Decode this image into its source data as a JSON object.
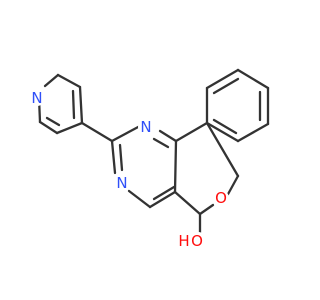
{
  "structure": {
    "atom_labels": {
      "pyridine_n": "N",
      "pyrimidine_n1": "N",
      "pyrimidine_n3": "N",
      "ring_o": "O",
      "hydroxyl": "O",
      "hydroxyl_h": "H"
    },
    "colors": {
      "bond": "#333333",
      "nitrogen": "#3050F8",
      "oxygen": "#FF0D0D"
    }
  }
}
